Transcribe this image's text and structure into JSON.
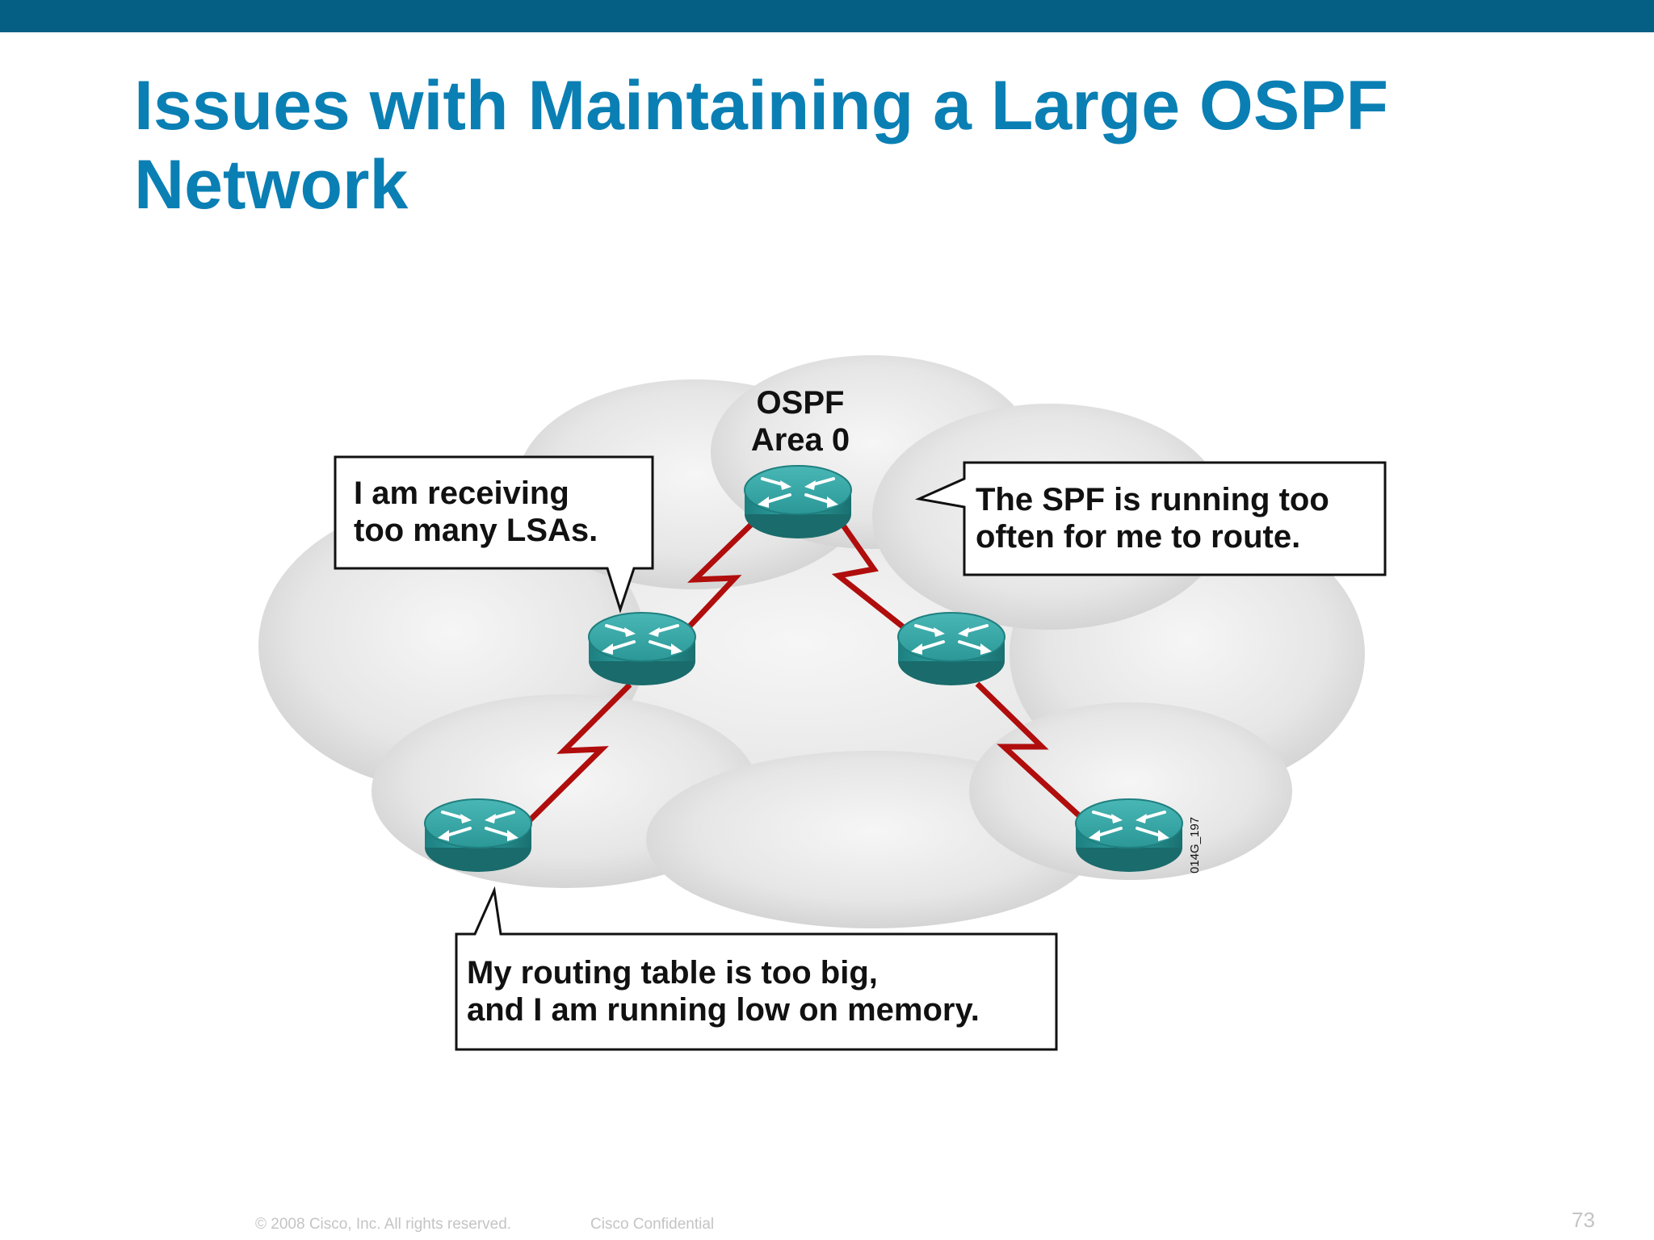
{
  "slide": {
    "title": "Issues with Maintaining a Large OSPF Network"
  },
  "diagram": {
    "area_label_line1": "OSPF",
    "area_label_line2": "Area 0",
    "callout_lsa": {
      "line1": "I am receiving",
      "line2": "too many LSAs."
    },
    "callout_spf": {
      "line1": "The SPF is running too",
      "line2": "often for me to route."
    },
    "callout_memory": {
      "line1": "My routing table is too big,",
      "line2": "and I am running low on memory."
    },
    "figure_id": "014G_197",
    "colors": {
      "link": "#b00d0d",
      "router": "#2a9a9a",
      "cloud": "#e2e2e2"
    }
  },
  "footer": {
    "copyright": "© 2008 Cisco, Inc. All rights reserved.",
    "confidential": "Cisco Confidential",
    "page_number": "73"
  }
}
